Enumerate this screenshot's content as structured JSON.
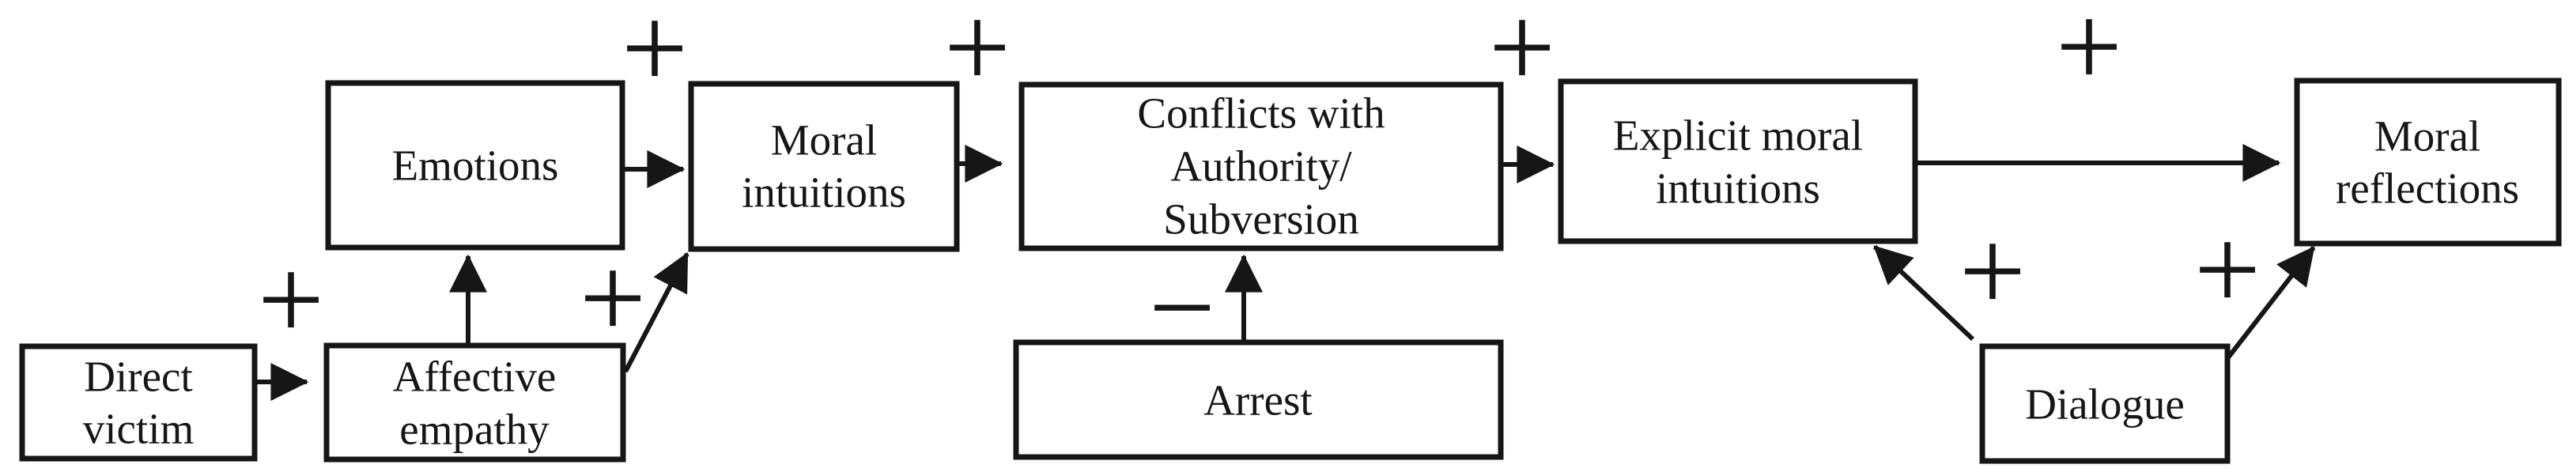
{
  "diagram": {
    "colors": {
      "ink": "#161616",
      "background": "#ffffff"
    },
    "boxes": [
      {
        "id": "direct-victim",
        "lines": [
          "Direct",
          "victim"
        ]
      },
      {
        "id": "affective-empathy",
        "lines": [
          "Affective",
          "empathy"
        ]
      },
      {
        "id": "emotions",
        "lines": [
          "Emotions"
        ]
      },
      {
        "id": "moral-intuitions",
        "lines": [
          "Moral",
          "intuitions"
        ]
      },
      {
        "id": "conflicts-authority-subversion",
        "lines": [
          "Conflicts with",
          "Authority/",
          "Subversion"
        ]
      },
      {
        "id": "arrest",
        "lines": [
          "Arrest"
        ]
      },
      {
        "id": "explicit-moral-intuitions",
        "lines": [
          "Explicit moral",
          "intuitions"
        ]
      },
      {
        "id": "dialogue",
        "lines": [
          "Dialogue"
        ]
      },
      {
        "id": "moral-reflections",
        "lines": [
          "Moral",
          "reflections"
        ]
      }
    ],
    "edges": [
      {
        "from": "direct-victim",
        "to": "affective-empathy",
        "sign": "+"
      },
      {
        "from": "affective-empathy",
        "to": "emotions",
        "sign": ""
      },
      {
        "from": "affective-empathy",
        "to": "moral-intuitions",
        "sign": "+"
      },
      {
        "from": "emotions",
        "to": "moral-intuitions",
        "sign": "+"
      },
      {
        "from": "moral-intuitions",
        "to": "conflicts-authority-subversion",
        "sign": "+"
      },
      {
        "from": "arrest",
        "to": "conflicts-authority-subversion",
        "sign": "−"
      },
      {
        "from": "conflicts-authority-subversion",
        "to": "explicit-moral-intuitions",
        "sign": "+"
      },
      {
        "from": "explicit-moral-intuitions",
        "to": "moral-reflections",
        "sign": "+"
      },
      {
        "from": "dialogue",
        "to": "explicit-moral-intuitions",
        "sign": "+"
      },
      {
        "from": "dialogue",
        "to": "moral-reflections",
        "sign": "+"
      }
    ]
  }
}
